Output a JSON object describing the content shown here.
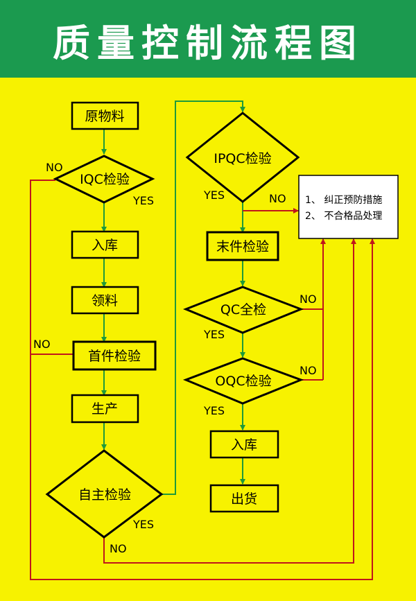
{
  "header": {
    "title": "质量控制流程图"
  },
  "nodes": {
    "raw_material": "原物料",
    "iqc": "IQC检验",
    "store_in_1": "入库",
    "pick_material": "领料",
    "first_piece": "首件检验",
    "production": "生产",
    "self_check": "自主检验",
    "ipqc": "IPQC检验",
    "last_piece": "末件检验",
    "qc_full": "QC全检",
    "oqc": "OQC检验",
    "store_in_2": "入库",
    "ship": "出货"
  },
  "action_box": {
    "line1": "1、 纠正预防措施",
    "line2": "2、 不合格品处理"
  },
  "labels": {
    "yes": "YES",
    "no": "NO"
  },
  "colors": {
    "background": "#f7f200",
    "header": "#1b9a4f",
    "flow_yes": "#1f9a3a",
    "flow_no": "#c0161b"
  }
}
